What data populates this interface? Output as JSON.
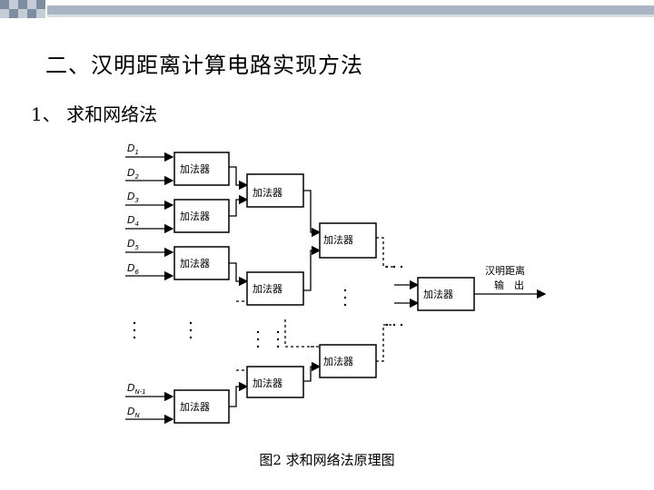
{
  "slide": {
    "title": "二、汉明距离计算电路实现方法",
    "section": "1、 求和网络法",
    "caption": "图2  求和网络法原理图"
  },
  "diagram": {
    "adder_label": "加法器",
    "output_label_line1": "汉明距离",
    "output_label_line2": "输　出",
    "inputs": [
      {
        "name": "D",
        "sub": "1"
      },
      {
        "name": "D",
        "sub": "2"
      },
      {
        "name": "D",
        "sub": "3"
      },
      {
        "name": "D",
        "sub": "4"
      },
      {
        "name": "D",
        "sub": "5"
      },
      {
        "name": "D",
        "sub": "6"
      },
      {
        "name": "D",
        "sub": "N-1"
      },
      {
        "name": "D",
        "sub": "N"
      }
    ]
  },
  "colors": {
    "accent": "#9aa8b8",
    "line": "#000000"
  }
}
